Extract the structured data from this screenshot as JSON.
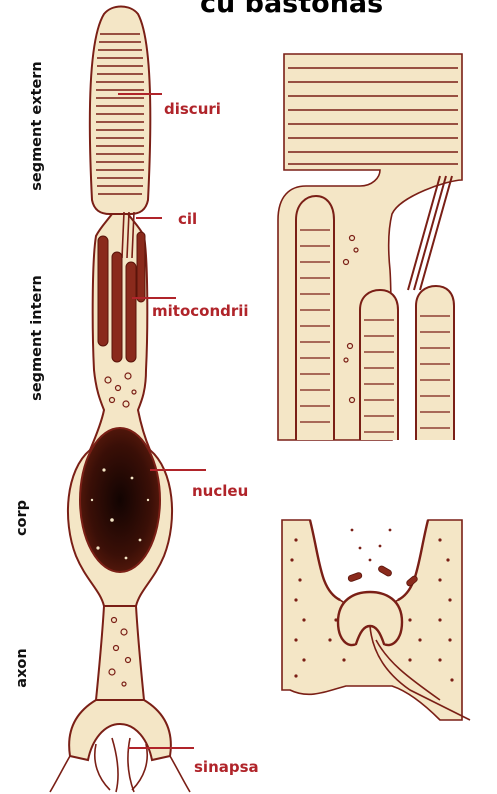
{
  "title": "cu bastonas",
  "regions": {
    "outer_segment": "segment extern",
    "inner_segment": "segment intern",
    "body": "corp",
    "axon": "axon"
  },
  "parts": {
    "discs": "discuri",
    "cilium": "cil",
    "mitochondria": "mitocondrii",
    "nucleus": "nucleu",
    "synapse": "sinapsa"
  },
  "colors": {
    "outline": "#7a1f16",
    "cell_fill": "#f4e6c6",
    "nucleus": "#3a0f07",
    "mitochondria": "#8a2a1c",
    "label_red": "#b0242a",
    "pointer_line": "#b0242a"
  }
}
